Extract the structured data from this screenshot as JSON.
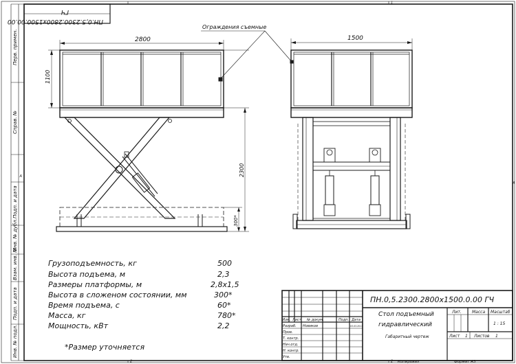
{
  "sheet": {
    "stamp_top": "ПН.0,5.2300.2800x1500.00.00",
    "stamp_top_code": "ГЧ",
    "format": "Формат А3",
    "copied": "Копировал",
    "zone_numbers": [
      "1",
      "2",
      "2"
    ],
    "edge_letters": [
      "А",
      "А"
    ]
  },
  "margin_fields": [
    "Перв. примен.",
    "Справ. №",
    "Подп. и дата",
    "Инв. № дубл.",
    "Взам. инв. №",
    "Подп. и дата",
    "Инв. № подл."
  ],
  "dimensions": {
    "width_side": "2800",
    "width_end": "1500",
    "rail_height": "1100",
    "max_height": "2300",
    "folded_height": "300*"
  },
  "callout": {
    "label": "Ограждения съемные"
  },
  "specs": [
    {
      "label": "Грузоподъемность, кг",
      "value": "500"
    },
    {
      "label": "Высота подъема, м",
      "value": "2,3"
    },
    {
      "label": "Размеры платформы, м",
      "value": "2,8x1,5"
    },
    {
      "label": "Высота в сложеном состоянии, мм",
      "value": "300*"
    },
    {
      "label": "Время подъема, с",
      "value": "60*"
    },
    {
      "label": "Масса, кг",
      "value": "780*"
    },
    {
      "label": "Мощность, кВт",
      "value": "2,2"
    }
  ],
  "footnote": "*Размер уточняется",
  "title_block": {
    "designation": "ПН.0,5.2300.2800x1500.0.00 ГЧ",
    "name_line1": "Стол подъемный",
    "name_line2": "гидравлический",
    "doc_type": "Габаритный чертеж",
    "col_headers": [
      "Изм.",
      "Лист",
      "№ докум.",
      "Подп.",
      "Дата"
    ],
    "rows": [
      "Разраб.",
      "Пров.",
      "Т. контр.",
      "Нач.отд.",
      "Н. контр.",
      "Утв."
    ],
    "developer": "Новиков",
    "date": "03.03.2017",
    "lit_header": "Лит.",
    "mass_header": "Масса",
    "scale_header": "Масштаб",
    "scale": "1 : 15",
    "sheet_label": "Лист",
    "sheet_num": "1",
    "sheets_label": "Листов",
    "sheets_num": "1"
  }
}
